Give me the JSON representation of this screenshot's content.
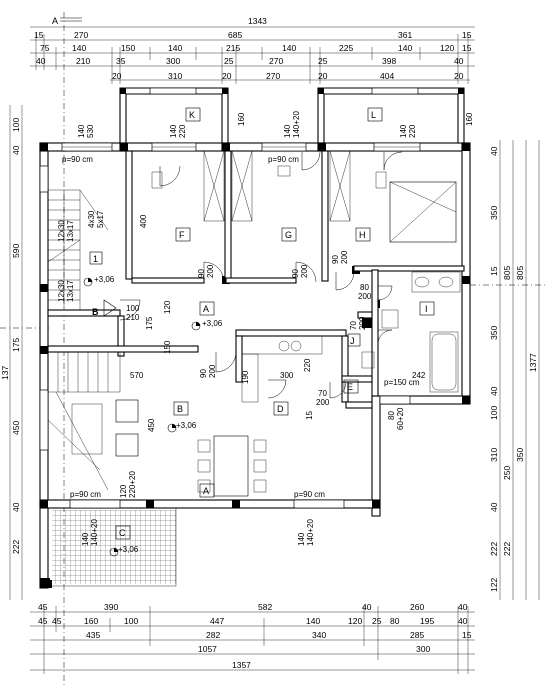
{
  "section_marker": "A",
  "dims": {
    "top_total": "1343",
    "top_r1": [
      "15",
      "270",
      "685",
      "361",
      "15"
    ],
    "top_r2": [
      "75",
      "140",
      "150",
      "140",
      "215",
      "140",
      "225",
      "140",
      "120",
      "15"
    ],
    "top_r3": [
      "40",
      "210",
      "35",
      "300",
      "25",
      "270",
      "25",
      "398",
      "40"
    ],
    "top_r4": [
      "20",
      "310",
      "20",
      "270",
      "20",
      "404",
      "20"
    ],
    "bot_r1": [
      "45",
      "390",
      "582",
      "40",
      "260",
      "40"
    ],
    "bot_r2": [
      "45",
      "45",
      "160",
      "100",
      "447",
      "140",
      "120",
      "25",
      "80",
      "195",
      "40"
    ],
    "bot_r3": [
      "435",
      "282",
      "340",
      "285",
      "15"
    ],
    "bot_r4": [
      "1057",
      "300"
    ],
    "bot_total": "1357",
    "left": [
      "100",
      "40",
      "590",
      "175",
      "450",
      "40",
      "222"
    ],
    "left_partial": "137",
    "right_r1": [
      "40",
      "350",
      "15",
      "350",
      "40",
      "100",
      "310",
      "40",
      "222",
      "122"
    ],
    "right_r2": [
      "805",
      "250",
      "222"
    ],
    "right_r3": [
      "805",
      "350"
    ],
    "right_total": "1377"
  },
  "rooms": {
    "K": "K",
    "L": "L",
    "F": "F",
    "G": "G",
    "H": "H",
    "I": "I",
    "A": "A",
    "B": "B",
    "C": "C",
    "D": "D",
    "E": "E",
    "J": "J",
    "stair": "1"
  },
  "levels": {
    "stair": "+3,06",
    "A": "+3,06",
    "B": "+3,06",
    "C": "+3,06"
  },
  "labels": {
    "p90_1": "p=90 cm",
    "p90_2": "p=90 cm",
    "p90_3": "p=90 cm",
    "p90_4": "p=90 cm",
    "p150": "p=150 cm",
    "w_140_530_a": "140",
    "w_140_530_b": "530",
    "w_K_a": "140",
    "w_K_b": "220",
    "w_G_a": "140",
    "w_G_b": "140+20",
    "w_L_a": "140",
    "w_L_b": "220",
    "d_F_a": "90",
    "d_F_b": "200",
    "d_G_a": "90",
    "d_G_b": "200",
    "d_H_a": "90",
    "d_H_b": "200",
    "d_A_a": "90",
    "d_A_b": "200",
    "d_D_a": "70",
    "d_D_b": "200",
    "d_I_a": "80",
    "d_I_b": "200",
    "d_J_a": "70",
    "d_J_b": "200",
    "w_stair1": "12x30",
    "w_stair2": "13x17",
    "w_stair3": "4x30",
    "w_stair4": "5x17",
    "w_stair5": "12x30",
    "w_stair6": "13x17",
    "door_B_a": "100",
    "door_B_b": "210",
    "v_400": "400",
    "v_175": "175",
    "v_120": "120",
    "v_150": "150",
    "h_570": "570",
    "h_300": "300",
    "h_242": "242",
    "v_450": "450",
    "v_220": "220",
    "v_15": "15",
    "v_80": "80",
    "v_60_20": "60+20",
    "w_C_a": "140",
    "w_C_b": "140+20",
    "w_B_a": "120",
    "w_B_b": "220+20",
    "w_D_a": "140",
    "w_D_b": "140+20",
    "v_160": "160",
    "v_160b": "160",
    "v_190": "190"
  }
}
